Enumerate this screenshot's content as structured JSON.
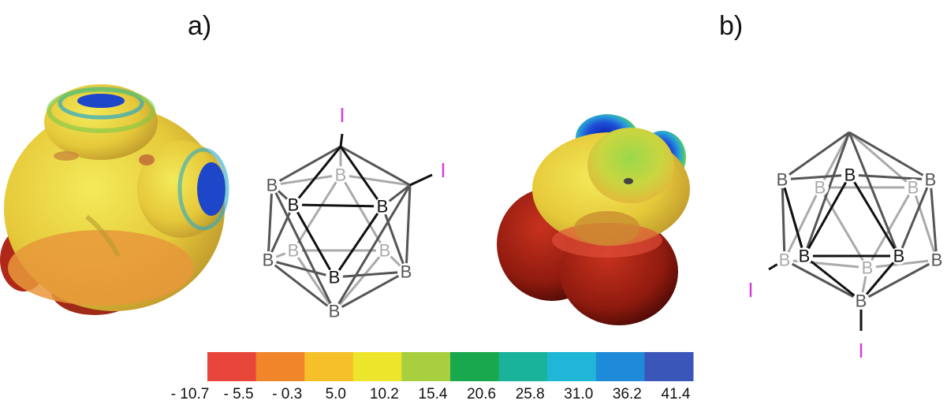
{
  "panels": {
    "a": "a)",
    "b": "b)"
  },
  "atoms": {
    "boron": "B",
    "iodine": "I"
  },
  "colors": {
    "iodine": "#d63ad6",
    "bond_front": "#111111",
    "bond_back": "#aaaaaa",
    "bond_side": "#555555"
  },
  "color_scale": {
    "colors": [
      "#e8463a",
      "#f0852a",
      "#f5c02a",
      "#ece52c",
      "#a8cf40",
      "#1aa84e",
      "#18b39a",
      "#20b6d8",
      "#1e8ad8",
      "#3a56b8"
    ],
    "labels": [
      "- 10.7",
      "- 5.5",
      "- 0.3",
      "5.0",
      "10.2",
      "15.4",
      "20.6",
      "25.8",
      "31.0",
      "36.2",
      "41.4"
    ]
  }
}
